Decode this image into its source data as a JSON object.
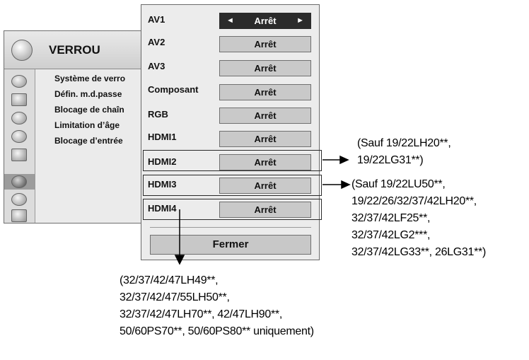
{
  "lock_menu": {
    "title": "VERROU",
    "items": [
      "Système de verro",
      "Défin. m.d.passe",
      "Blocage de chaîn",
      "Limitation d’âge",
      "Blocage d’entrée"
    ],
    "sidebar_icons": [
      "picture-icon",
      "screen-icon",
      "audio-icon",
      "clock-icon",
      "option-icon",
      "lock-icon",
      "input-icon",
      "usb-icon"
    ]
  },
  "input_lock": {
    "rows": [
      {
        "label": "AV1",
        "value": "Arrêt"
      },
      {
        "label": "AV2",
        "value": "Arrêt"
      },
      {
        "label": "AV3",
        "value": "Arrêt"
      },
      {
        "label": "Composant",
        "value": "Arrêt"
      },
      {
        "label": "RGB",
        "value": "Arrêt"
      },
      {
        "label": "HDMI1",
        "value": "Arrêt"
      },
      {
        "label": "HDMI2",
        "value": "Arrêt"
      },
      {
        "label": "HDMI3",
        "value": "Arrêt"
      },
      {
        "label": "HDMI4",
        "value": "Arrêt"
      }
    ],
    "selected_arrows": {
      "left": "◄",
      "right": "►"
    },
    "close_label": "Fermer"
  },
  "notes": {
    "hdmi2": [
      "(Sauf 19/22LH20**,",
      "19/22LG31**)"
    ],
    "hdmi3": [
      "(Sauf 19/22LU50**,",
      "19/22/26/32/37/42LH20**,",
      "32/37/42LF25**,",
      "32/37/42LG2***,",
      "32/37/42LG33**, 26LG31**)"
    ],
    "hdmi4": [
      "(32/37/42/47LH49**,",
      "32/37/42/47/55LH50**,",
      "32/37/42/47LH70**, 42/47LH90**,",
      "50/60PS70**, 50/60PS80** uniquement)"
    ]
  }
}
